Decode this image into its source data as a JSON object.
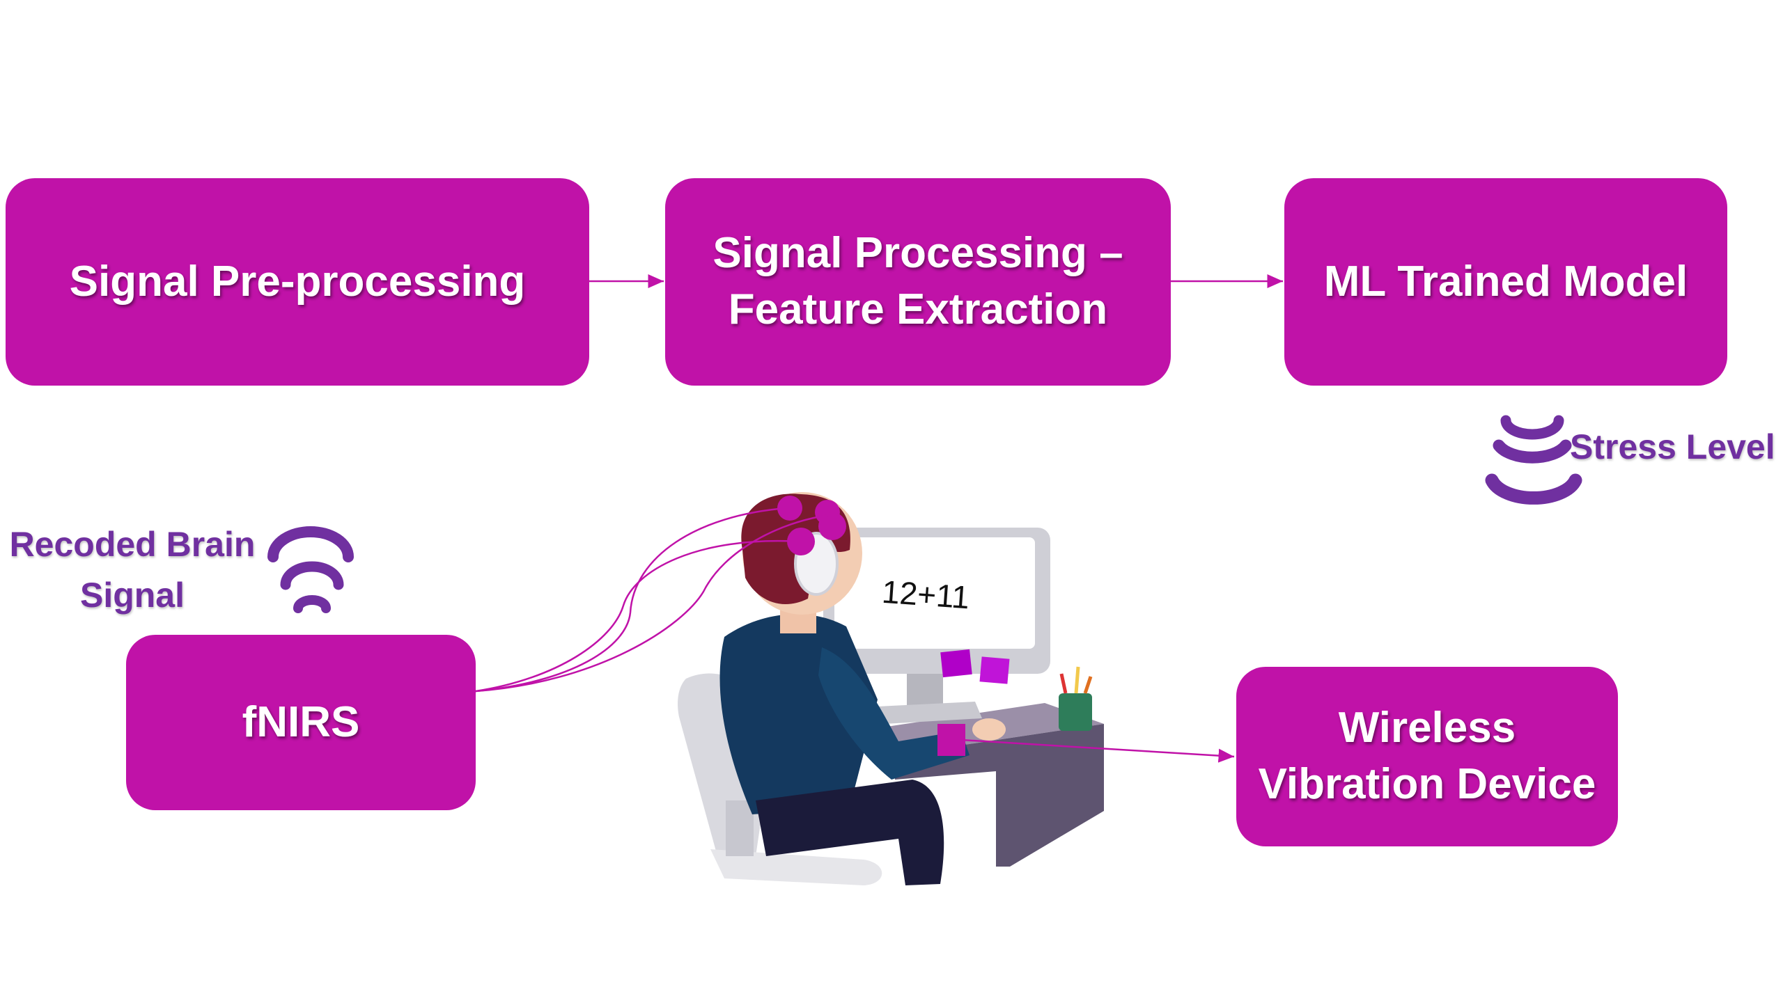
{
  "colors": {
    "box_fill": "#c012a8",
    "box_text": "#ffffff",
    "label_text": "#7030a0",
    "arrow": "#c012a8"
  },
  "pipeline": {
    "pre_processing": "Signal Pre-processing",
    "feature_extraction_line1": "Signal Processing –",
    "feature_extraction_line2": "Feature Extraction",
    "ml_model": "ML Trained Model"
  },
  "devices": {
    "fnirs": "fNIRS",
    "vibration_line1": "Wireless",
    "vibration_line2": "Vibration Device"
  },
  "labels": {
    "recorded_brain_line1": "Recoded Brain",
    "recorded_brain_line2": "Signal",
    "stress_level": "Stress Level"
  },
  "screen": {
    "math_task": "12+11"
  },
  "icons": [
    "wireless-signal-icon",
    "wireless-signal-icon",
    "person-at-computer-illustration"
  ]
}
